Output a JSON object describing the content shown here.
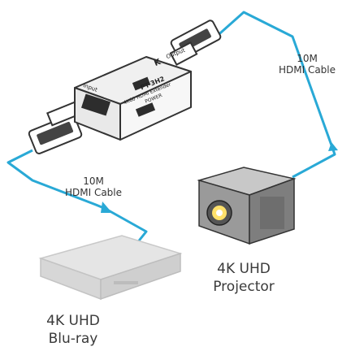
{
  "diagram": {
    "cable_top": {
      "length": "10M",
      "type": "HDMI Cable"
    },
    "cable_bottom": {
      "length": "10M",
      "type": "HDMI Cable"
    },
    "projector": {
      "line1": "4K UHD",
      "line2": "Projector"
    },
    "bluray": {
      "line1": "4K UHD",
      "line2": "Blu-ray"
    },
    "extender": {
      "brand": "K",
      "model": "PT-3H2",
      "subtitle": "4K60 HDMI Extender",
      "input_label": "Input",
      "output_label": "Output",
      "power_label": "POWER"
    },
    "colors": {
      "cable": "#29a9d6",
      "device_body": "#e6e6e6",
      "dark": "#333333"
    }
  }
}
